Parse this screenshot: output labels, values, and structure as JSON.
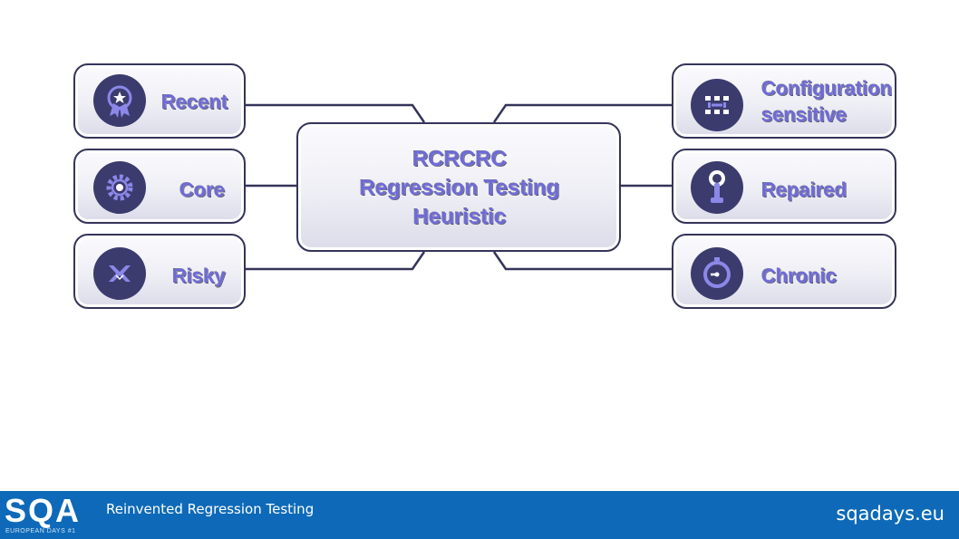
{
  "diagram": {
    "center": {
      "line1": "RCRCRC",
      "line2": "Regression Testing",
      "line3": "Heuristic"
    },
    "left": [
      {
        "label": "Recent",
        "icon": "badge-icon"
      },
      {
        "label": "Core",
        "icon": "gear-icon"
      },
      {
        "label": "Risky",
        "icon": "risk-icon"
      }
    ],
    "right": [
      {
        "label_line1": "Configuration",
        "label_line2": "sensitive",
        "icon": "config-icon"
      },
      {
        "label": "Repaired",
        "icon": "wrench-icon"
      },
      {
        "label": "Chronic",
        "icon": "stopwatch-icon"
      }
    ],
    "colors": {
      "label": "#6e6ad8",
      "icon_bg": "#3b3b6e",
      "border": "#34345a"
    }
  },
  "footer": {
    "logo_text": "SQA",
    "logo_subtext": "EUROPEAN DAYS #1",
    "subtitle": "Reinvented Regression Testing",
    "site": "sqadays.eu",
    "color": "#0e6ab8"
  }
}
